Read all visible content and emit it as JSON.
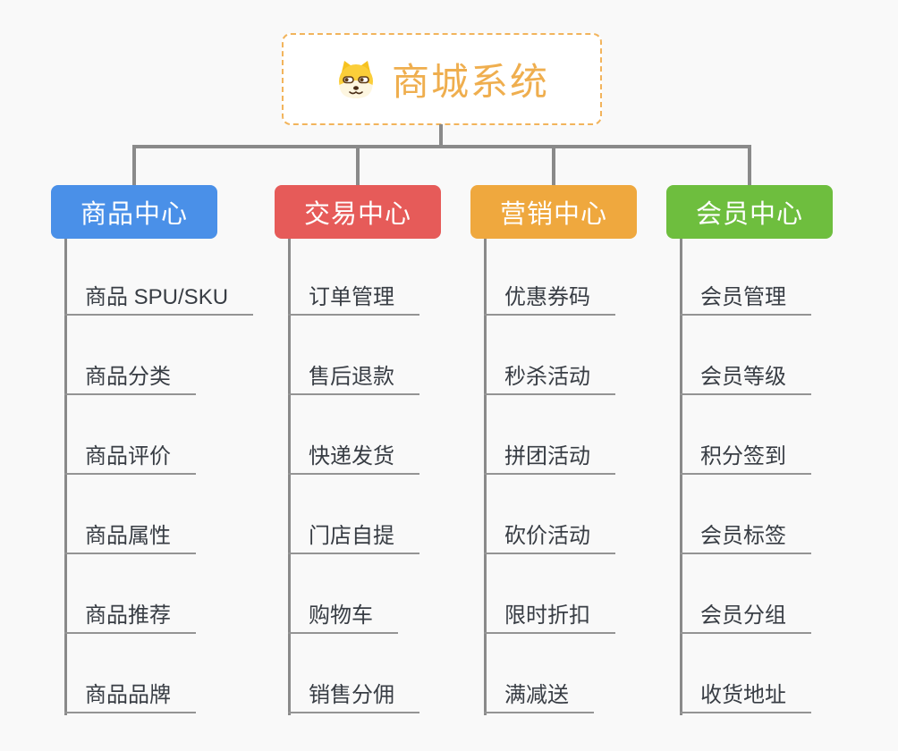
{
  "root": {
    "title": "商城系统",
    "icon": "shiba-dog-icon"
  },
  "branches": [
    {
      "label": "商品中心",
      "color": "#4a90e8",
      "children": [
        "商品 SPU/SKU",
        "商品分类",
        "商品评价",
        "商品属性",
        "商品推荐",
        "商品品牌"
      ]
    },
    {
      "label": "交易中心",
      "color": "#e65b59",
      "children": [
        "订单管理",
        "售后退款",
        "快递发货",
        "门店自提",
        "购物车",
        "销售分佣"
      ]
    },
    {
      "label": "营销中心",
      "color": "#efa83e",
      "children": [
        "优惠券码",
        "秒杀活动",
        "拼团活动",
        "砍价活动",
        "限时折扣",
        "满减送"
      ]
    },
    {
      "label": "会员中心",
      "color": "#6ebe3e",
      "children": [
        "会员管理",
        "会员等级",
        "积分签到",
        "会员标签",
        "会员分组",
        "收货地址"
      ]
    }
  ],
  "style_colors": {
    "connector": "#8a8a8a",
    "leaf_underline": "#949494",
    "leaf_text": "#383d44",
    "root_border": "#f2b45c",
    "root_text": "#efae4e",
    "background": "#f9f9f9"
  }
}
